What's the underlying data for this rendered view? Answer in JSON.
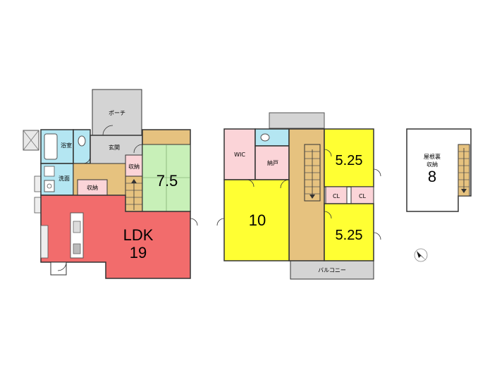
{
  "colors": {
    "ldk": "#f26c6c",
    "japanese_room": "#c8f0b8",
    "bedroom": "#ffff33",
    "storage_pink": "#fbd4d8",
    "wet_area_blue": "#b4e6f2",
    "wood_floor": "#e6c27f",
    "outdoor_gray": "#d4d4d4",
    "wall": "#333333"
  },
  "first_floor": {
    "porch": "ポーチ",
    "entrance": "玄関",
    "bathroom": "浴室",
    "washroom": "洗面",
    "storage_a": "収納",
    "storage_b": "収納",
    "japanese_room_size": "7.5",
    "ldk_label": "LDK",
    "ldk_size": "19"
  },
  "second_floor": {
    "wic": "WIC",
    "closet": "納戸",
    "bedroom_large_size": "10",
    "bedroom_top_size": "5.25",
    "bedroom_bottom_size": "5.25",
    "cl_left": "CL",
    "cl_right": "CL",
    "balcony": "バルコニー"
  },
  "attic": {
    "label_line1": "屋根裏",
    "label_line2": "収納",
    "size": "8"
  },
  "compass": {
    "icon": "north-arrow-icon"
  }
}
